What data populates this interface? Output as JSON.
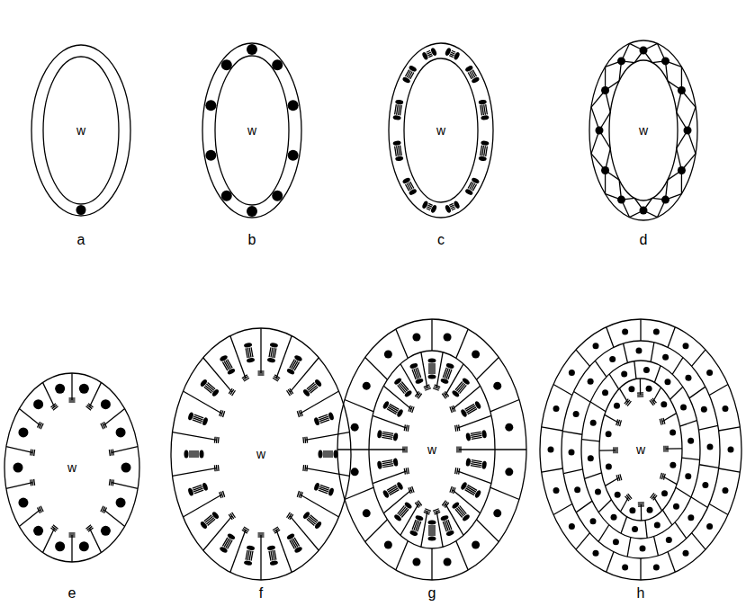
{
  "diagram": {
    "nodes": [
      {
        "text": [
          "w"
        ]
      },
      {
        "text": [
          "w"
        ]
      },
      {
        "text": [
          "w"
        ]
      },
      {
        "text": [
          "w"
        ]
      },
      {
        "text": [
          "w"
        ]
      },
      {
        "text": [
          "w"
        ]
      },
      {
        "text": [
          "w"
        ]
      },
      {
        "text": [
          "w"
        ]
      }
    ],
    "labels": [
      "a",
      "b",
      "c",
      "d",
      "e",
      "f",
      "g",
      "h"
    ]
  }
}
